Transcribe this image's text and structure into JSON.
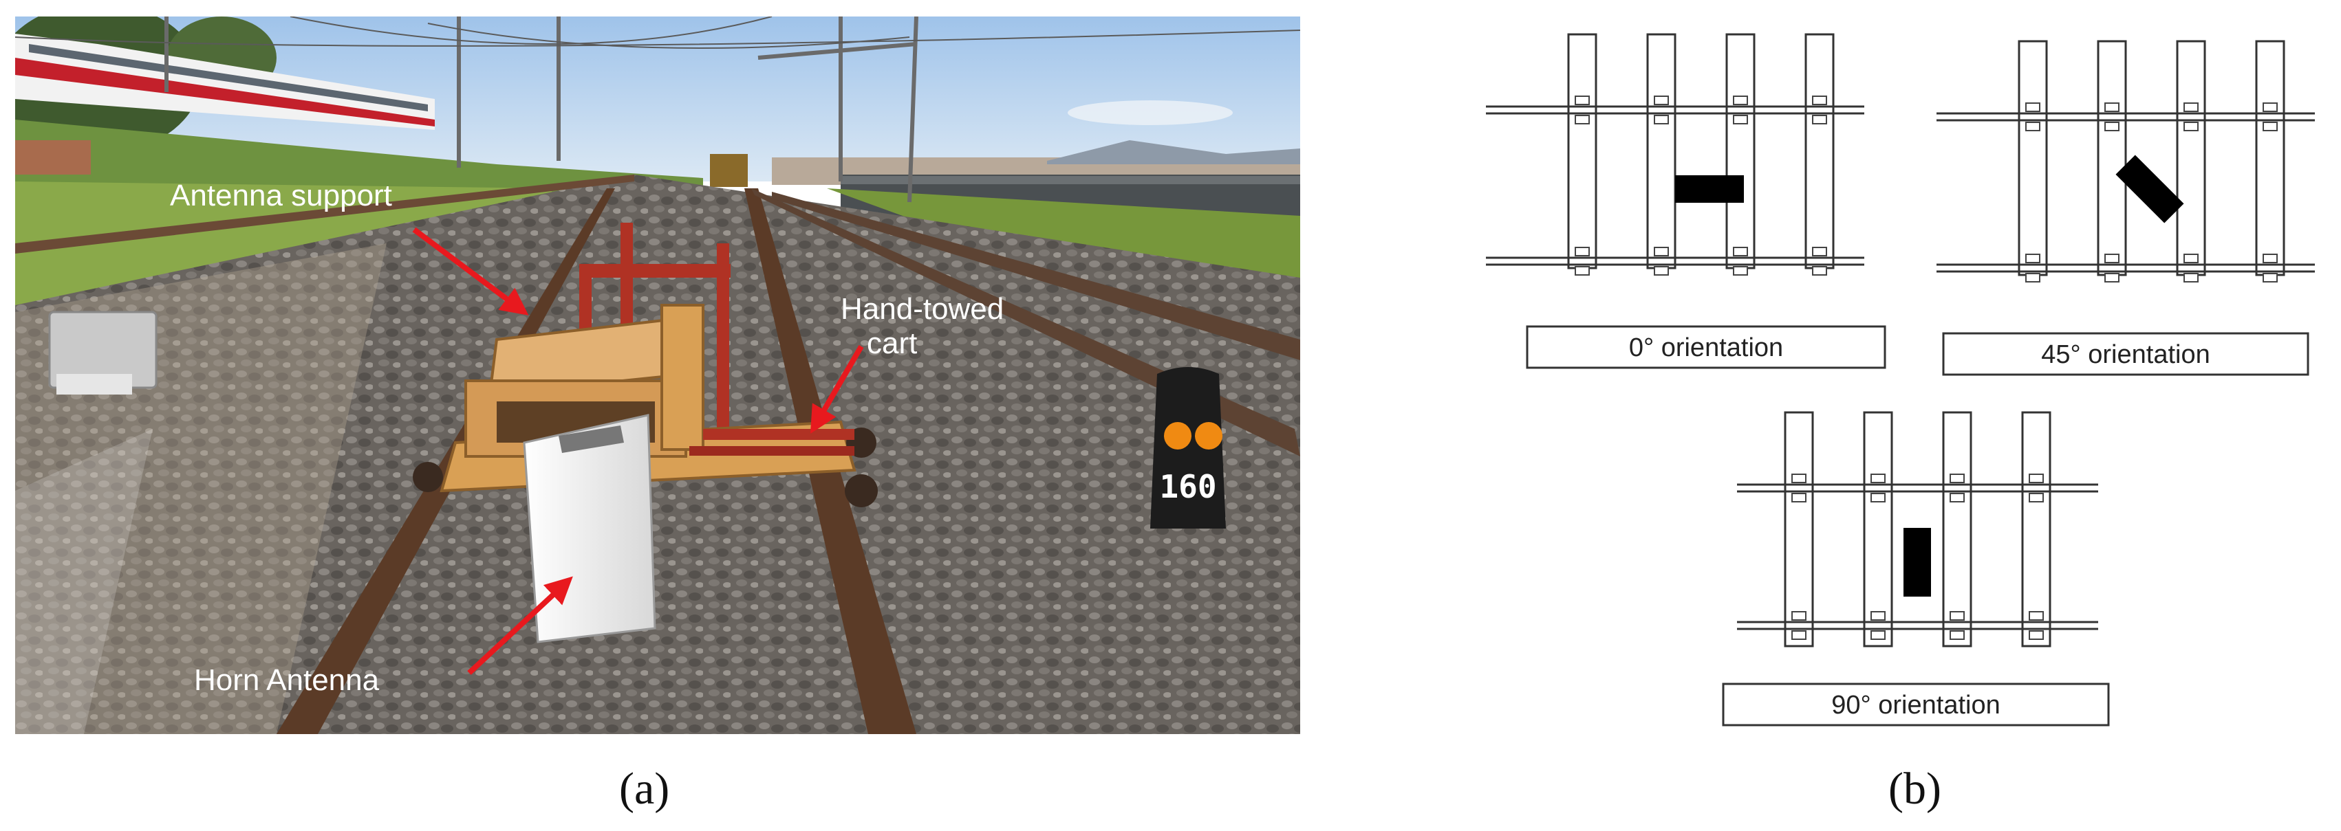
{
  "panel_a": {
    "caption": "(a)",
    "annotations": {
      "antenna_support": "Antenna support",
      "cart_line1": "Hand-towed",
      "cart_line2": "cart",
      "horn_antenna": "Horn Antenna"
    },
    "sign_number": "160",
    "colors": {
      "arrow": "#e8191e",
      "sky": "#b9d3ee",
      "ballast": "#6f6a66",
      "wood": "#d9a055"
    }
  },
  "panel_b": {
    "caption": "(b)",
    "orientations": [
      {
        "label": "0° orientation",
        "angle_deg": 0
      },
      {
        "label": "45° orientation",
        "angle_deg": 45
      },
      {
        "label": "90° orientation",
        "angle_deg": 90
      }
    ]
  }
}
